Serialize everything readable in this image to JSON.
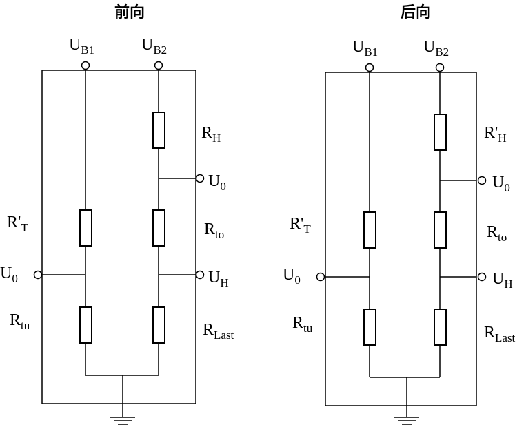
{
  "left": {
    "title": "前向",
    "ub1": {
      "main": "U",
      "sub": "B1"
    },
    "ub2": {
      "main": "U",
      "sub": "B2"
    },
    "rh": {
      "main": "R",
      "sub": "H"
    },
    "u0_right": {
      "main": "U",
      "sub": "0"
    },
    "rto": {
      "main": "R",
      "sub": "to"
    },
    "uh": {
      "main": "U",
      "sub": "H"
    },
    "rt": {
      "main": "R'",
      "sub": "T"
    },
    "u0_left": {
      "main": "U",
      "sub": "0"
    },
    "rtu": {
      "main": "R",
      "sub": "tu"
    },
    "rlast": {
      "main": "R",
      "sub": "Last"
    }
  },
  "right": {
    "title": "后向",
    "ub1": {
      "main": "U",
      "sub": "B1"
    },
    "ub2": {
      "main": "U",
      "sub": "B2"
    },
    "rh": {
      "main": "R'",
      "sub": "H"
    },
    "u0_right": {
      "main": "U",
      "sub": "0"
    },
    "rto": {
      "main": "R",
      "sub": "to"
    },
    "uh": {
      "main": "U",
      "sub": "H"
    },
    "rt": {
      "main": "R'",
      "sub": "T"
    },
    "u0_left": {
      "main": "U",
      "sub": "0"
    },
    "rtu": {
      "main": "R",
      "sub": "tu"
    },
    "rlast": {
      "main": "R",
      "sub": "Last"
    }
  }
}
